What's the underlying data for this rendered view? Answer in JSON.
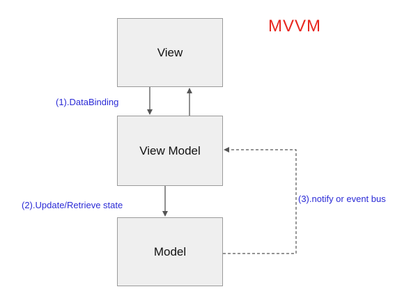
{
  "title": "MVVM",
  "boxes": {
    "view": "View",
    "view_model": "View Model",
    "model": "Model"
  },
  "labels": {
    "databinding": "(1).DataBinding",
    "update": "(2).Update/Retrieve state",
    "notify": "(3).notify or event bus"
  },
  "colors": {
    "title": "#e8261e",
    "labels": "#2a2ad6",
    "box_fill": "#efefef",
    "box_border": "#9a9a9a",
    "arrow": "#555555"
  }
}
